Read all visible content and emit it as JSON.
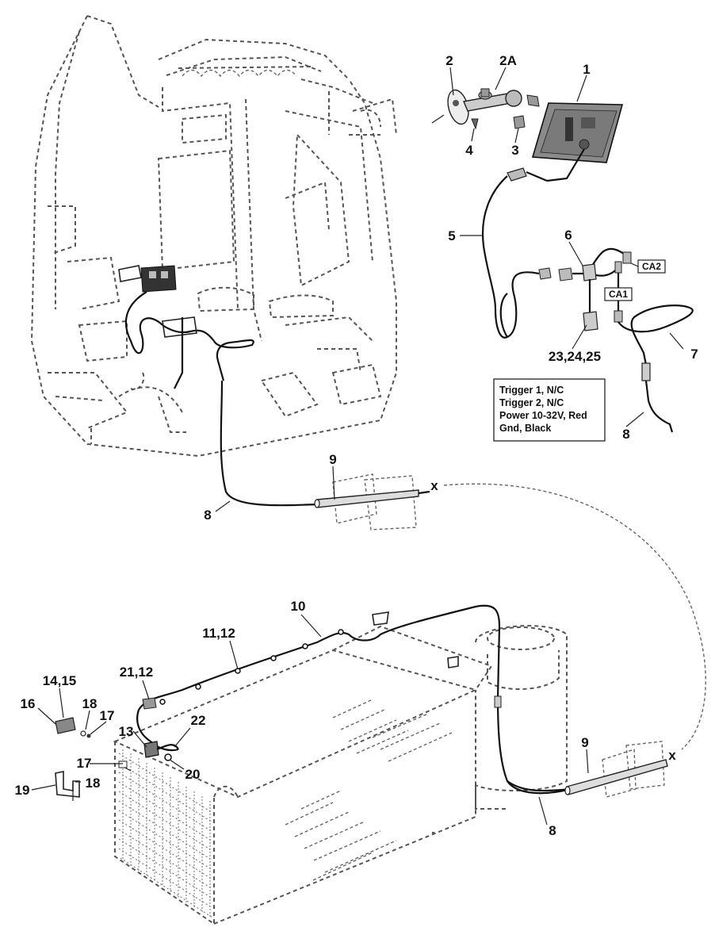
{
  "callouts": {
    "c1": "1",
    "c2": "2",
    "c2a": "2A",
    "c3": "3",
    "c4": "4",
    "c5": "5",
    "c6": "6",
    "c7": "7",
    "c8_top_right": "8",
    "c8_top_left": "8",
    "c8_bottom": "8",
    "c9_top": "9",
    "c9_bottom": "9",
    "c10": "10",
    "c11_12": "11,12",
    "c21_12": "21,12",
    "c22": "22",
    "c13": "13",
    "c14_15": "14,15",
    "c16": "16",
    "c17_a": "17",
    "c17_b": "17",
    "c18_a": "18",
    "c18_b": "18",
    "c19": "19",
    "c20": "20",
    "c23_25": "23,24,25",
    "x_top": "x",
    "x_bottom": "x"
  },
  "connector_labels": {
    "ca1": "CA1",
    "ca2": "CA2"
  },
  "wiring_note": {
    "line1": "Trigger 1, N/C",
    "line2": "Trigger 2, N/C",
    "line3": "Power 10-32V, Red",
    "line4": "Gnd, Black"
  }
}
